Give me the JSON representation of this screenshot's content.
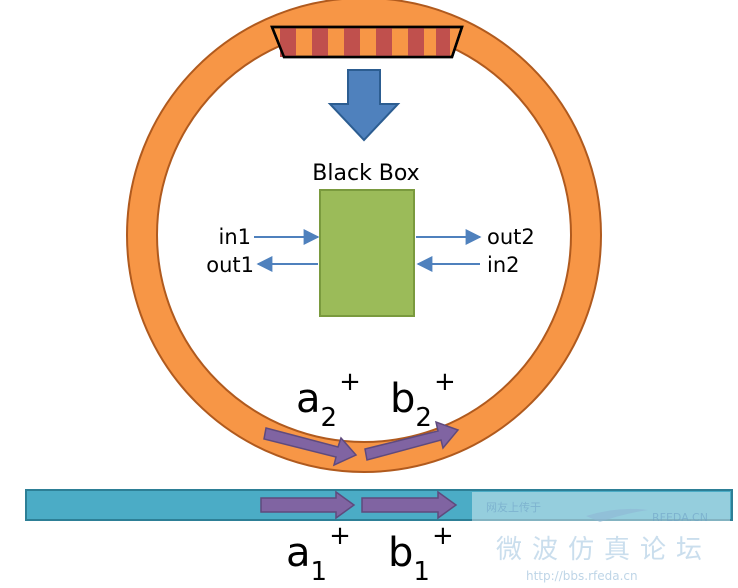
{
  "diagram": {
    "title": "Black Box",
    "ports": {
      "in1": "in1",
      "out1": "out1",
      "out2": "out2",
      "in2": "in2"
    },
    "waves": {
      "a2_base": "a",
      "a2_sub": "2",
      "a2_sup": "+",
      "b2_base": "b",
      "b2_sub": "2",
      "b2_sup": "+",
      "a1_base": "a",
      "a1_sub": "1",
      "a1_sup": "+",
      "b1_base": "b",
      "b1_sub": "1",
      "b1_sup": "+"
    },
    "watermark": {
      "top_small": "网友上传于",
      "brand": "RFEDA.CN",
      "chinese_title": "微波仿真论坛",
      "url": "http://bbs.rfeda.cn"
    },
    "colors": {
      "ring": "#f79646",
      "ring_outline": "#b05a1e",
      "box_fill": "#9bbb59",
      "box_stroke": "#7a9a3e",
      "arrow_blue": "#4f81bd",
      "thin_arrow": "#4f81bd",
      "waveguide": "#4bacc6",
      "purple": "#8064a2",
      "stripe_red": "#c0504d"
    }
  }
}
